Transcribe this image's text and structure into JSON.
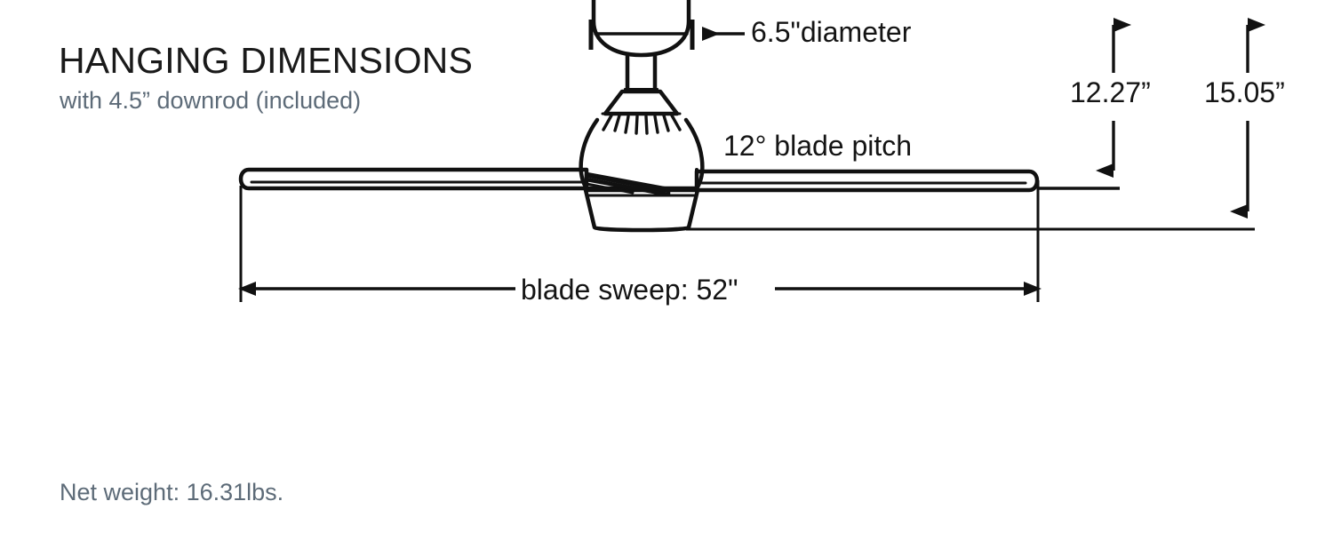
{
  "page": {
    "background_color": "#ffffff",
    "line_color": "#111111",
    "accent_text_color": "#5d6b78",
    "primary_text_color": "#141414"
  },
  "header": {
    "title": "HANGING DIMENSIONS",
    "subtitle": "with 4.5” downrod (included)"
  },
  "footer": {
    "net_weight": "Net weight: 16.31lbs."
  },
  "annotations": {
    "canopy_diameter": "6.5\"diameter",
    "blade_pitch": "12° blade pitch",
    "height_to_blades": "12.27”",
    "height_overall": "15.05”",
    "blade_sweep": "blade sweep: 52\""
  },
  "chart_data": {
    "type": "diagram",
    "title": "HANGING DIMENSIONS",
    "subtitle": "with 4.5” downrod (included)",
    "subject": "ceiling fan hanging dimensions elevation drawing",
    "measurements": [
      {
        "name": "canopy diameter",
        "value": 6.5,
        "unit": "in",
        "label": "6.5\"diameter"
      },
      {
        "name": "blade pitch",
        "value": 12,
        "unit": "deg",
        "label": "12° blade pitch"
      },
      {
        "name": "height to blade plane",
        "value": 12.27,
        "unit": "in",
        "label": "12.27”"
      },
      {
        "name": "overall hanging height",
        "value": 15.05,
        "unit": "in",
        "label": "15.05”"
      },
      {
        "name": "blade sweep",
        "value": 52,
        "unit": "in",
        "label": "blade sweep: 52\""
      },
      {
        "name": "downrod length",
        "value": 4.5,
        "unit": "in",
        "label": "with 4.5” downrod (included)"
      },
      {
        "name": "net weight",
        "value": 16.31,
        "unit": "lbs",
        "label": "Net weight: 16.31lbs."
      }
    ]
  }
}
